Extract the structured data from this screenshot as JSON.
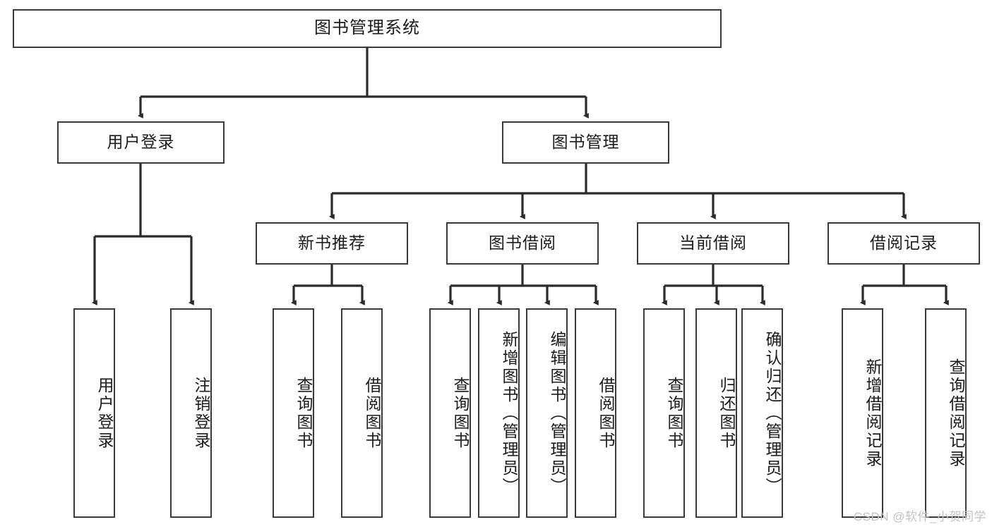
{
  "diagram": {
    "type": "tree",
    "title": "图书管理系统",
    "orientation": "top-down",
    "colors": {
      "box_border": "#3a3a3a",
      "box_fill": "#ffffff",
      "connector": "#2b2b2b",
      "text": "#1b1b1b",
      "watermark": "#c3c3c3",
      "background": "#ffffff"
    },
    "root": {
      "label": "图书管理系统"
    },
    "level2": [
      {
        "id": "user-login",
        "label": "用户登录"
      },
      {
        "id": "book-manage",
        "label": "图书管理"
      }
    ],
    "level3": [
      {
        "id": "new-book-recommend",
        "label": "新书推荐"
      },
      {
        "id": "book-borrow",
        "label": "图书借阅"
      },
      {
        "id": "current-borrow",
        "label": "当前借阅"
      },
      {
        "id": "borrow-record",
        "label": "借阅记录"
      }
    ],
    "leaves": {
      "user_login": [
        {
          "id": "leaf-user-login",
          "label": "用户登录"
        },
        {
          "id": "leaf-logout",
          "label": "注销登录"
        }
      ],
      "new_book_recommend": [
        {
          "id": "leaf-query-book-1",
          "label": "查询图书"
        },
        {
          "id": "leaf-borrow-book-1",
          "label": "借阅图书"
        }
      ],
      "book_borrow": [
        {
          "id": "leaf-query-book-2",
          "label": "查询图书"
        },
        {
          "id": "leaf-add-book",
          "label": "新增图书（管理员）"
        },
        {
          "id": "leaf-edit-book",
          "label": "编辑图书（管理员）"
        },
        {
          "id": "leaf-borrow-book-2",
          "label": "借阅图书"
        }
      ],
      "current_borrow": [
        {
          "id": "leaf-query-book-3",
          "label": "查询图书"
        },
        {
          "id": "leaf-return-book",
          "label": "归还图书"
        },
        {
          "id": "leaf-confirm-return",
          "label": "确认归还（管理员）"
        }
      ],
      "borrow_record": [
        {
          "id": "leaf-add-record",
          "label": "新增借阅记录"
        },
        {
          "id": "leaf-query-record",
          "label": "查询借阅记录"
        }
      ]
    }
  },
  "watermark": {
    "text": "CSDN @软件_小贺同学"
  }
}
